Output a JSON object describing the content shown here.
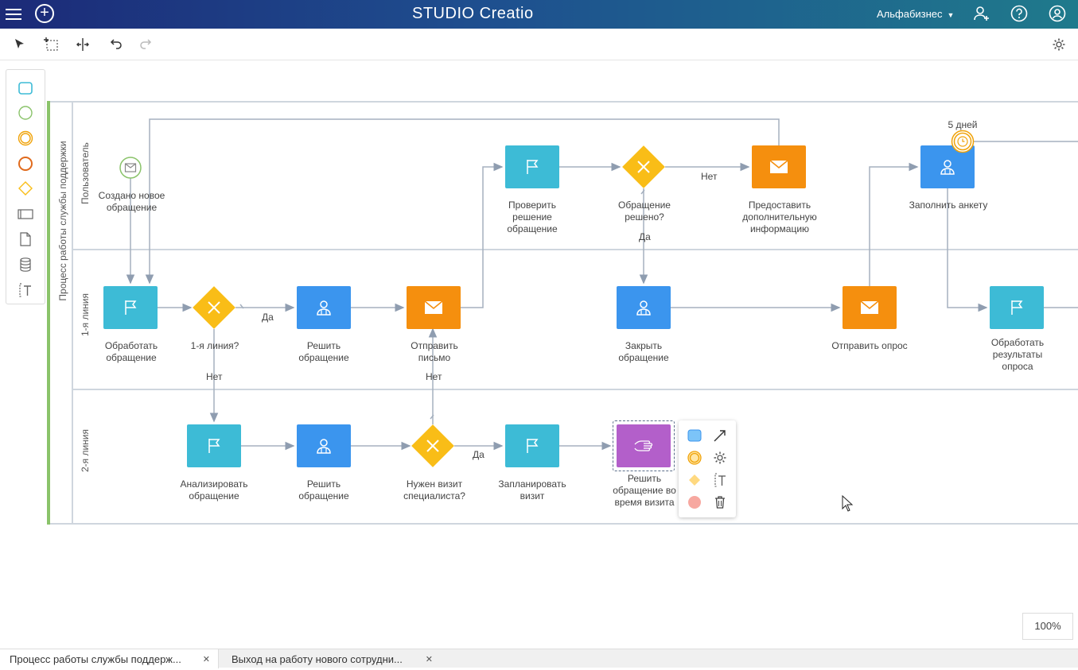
{
  "header": {
    "brand_studio": "STUDIO",
    "brand_creatio": "Creatio",
    "workspace": "Альфабизнес"
  },
  "diagram": {
    "pool_title": "Процесс работы службы поддержки",
    "lanes": [
      "Пользователь",
      "1-я линия",
      "2-я линия"
    ],
    "elements": {
      "start_event": "Создано новое обращение",
      "process_request": "Обработать обращение",
      "gw_first_line": "1-я линия?",
      "resolve_request_1": "Решить обращение",
      "send_letter": "Отправить письмо",
      "check_solution": "Проверить решение обращение",
      "gw_resolved": "Обращение решено?",
      "provide_info": "Предоставить дополнительную информацию",
      "close_request": "Закрыть обращение",
      "send_survey": "Отправить опрос",
      "fill_survey": "Заполнить анкету",
      "timer": "5 дней",
      "process_results": "Обработать результаты опроса",
      "analyze_request": "Анализировать обращение",
      "resolve_request_2": "Решить обращение",
      "gw_visit": "Нужен визит специалиста?",
      "plan_visit": "Запланировать визит",
      "resolve_on_visit": "Решить обращение во время визита"
    },
    "flow_labels": {
      "yes1": "Да",
      "no1": "Нет",
      "no2": "Нет",
      "yes2": "Да",
      "no3": "Нет",
      "yes3": "Да"
    }
  },
  "zoom": "100%",
  "tabs": [
    {
      "label": "Процесс работы службы поддерж..."
    },
    {
      "label": "Выход на работу нового сотрудни..."
    }
  ],
  "colors": {
    "teal": "#3dbbd6",
    "blue": "#3b95ee",
    "orange": "#f58f0e",
    "purple": "#b35fca",
    "gateway": "#f9bd17",
    "pool_accent": "#8ac36a"
  }
}
